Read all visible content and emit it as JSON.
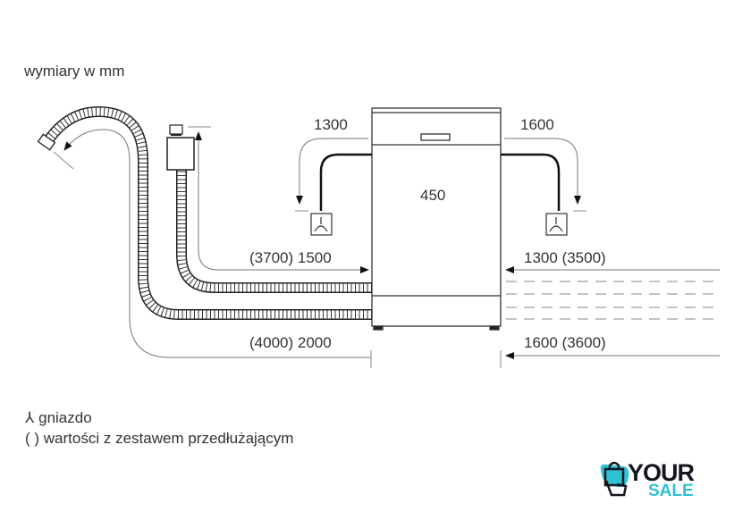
{
  "title": "wymiary w mm",
  "dimensions": {
    "top_left": "1300",
    "top_right": "1600",
    "width": "450",
    "left_drain": "(3700) 1500",
    "left_inlet": "(4000) 2000",
    "right_drain": "1300 (3500)",
    "right_inlet": "1600 (3600)"
  },
  "legend": {
    "socket_symbol": "⅄",
    "socket_label": "gniazdo",
    "parens_symbol": "( )",
    "parens_label": "wartości z zestawem przedłużającym"
  },
  "logo": {
    "line1": "YOUR",
    "line2": "SALE",
    "accent": "#2ec3d3"
  }
}
